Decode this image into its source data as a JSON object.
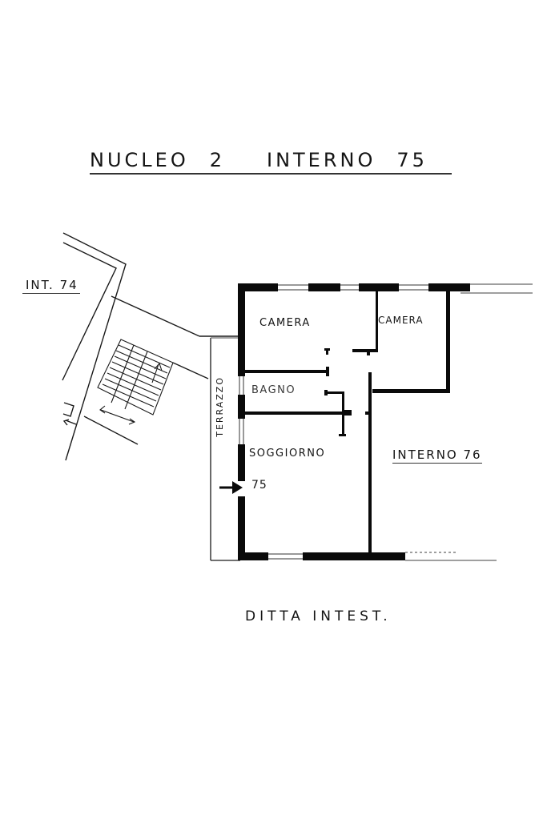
{
  "plan": {
    "title": {
      "nucleo_label": "NUCLEO",
      "nucleo_number": "2",
      "interno_label": "INTERNO",
      "interno_number": "75"
    },
    "neighbors": {
      "left": "INT. 74",
      "right": "INTERNO 76"
    },
    "rooms": [
      {
        "id": "camera-1",
        "label": "CAMERA"
      },
      {
        "id": "camera-2",
        "label": "CAMERA"
      },
      {
        "id": "bagno",
        "label": "BAGNO"
      },
      {
        "id": "soggiorno",
        "label": "SOGGIORNO"
      },
      {
        "id": "terrazzo",
        "label": "TERRAZZO"
      }
    ],
    "entrance": {
      "icon": "arrow-right-icon",
      "label": "75"
    },
    "footer": "DITTA INTEST.",
    "colors": {
      "background": "#ffffff",
      "ink": "#141414",
      "wall": "#0a0a0a"
    }
  }
}
